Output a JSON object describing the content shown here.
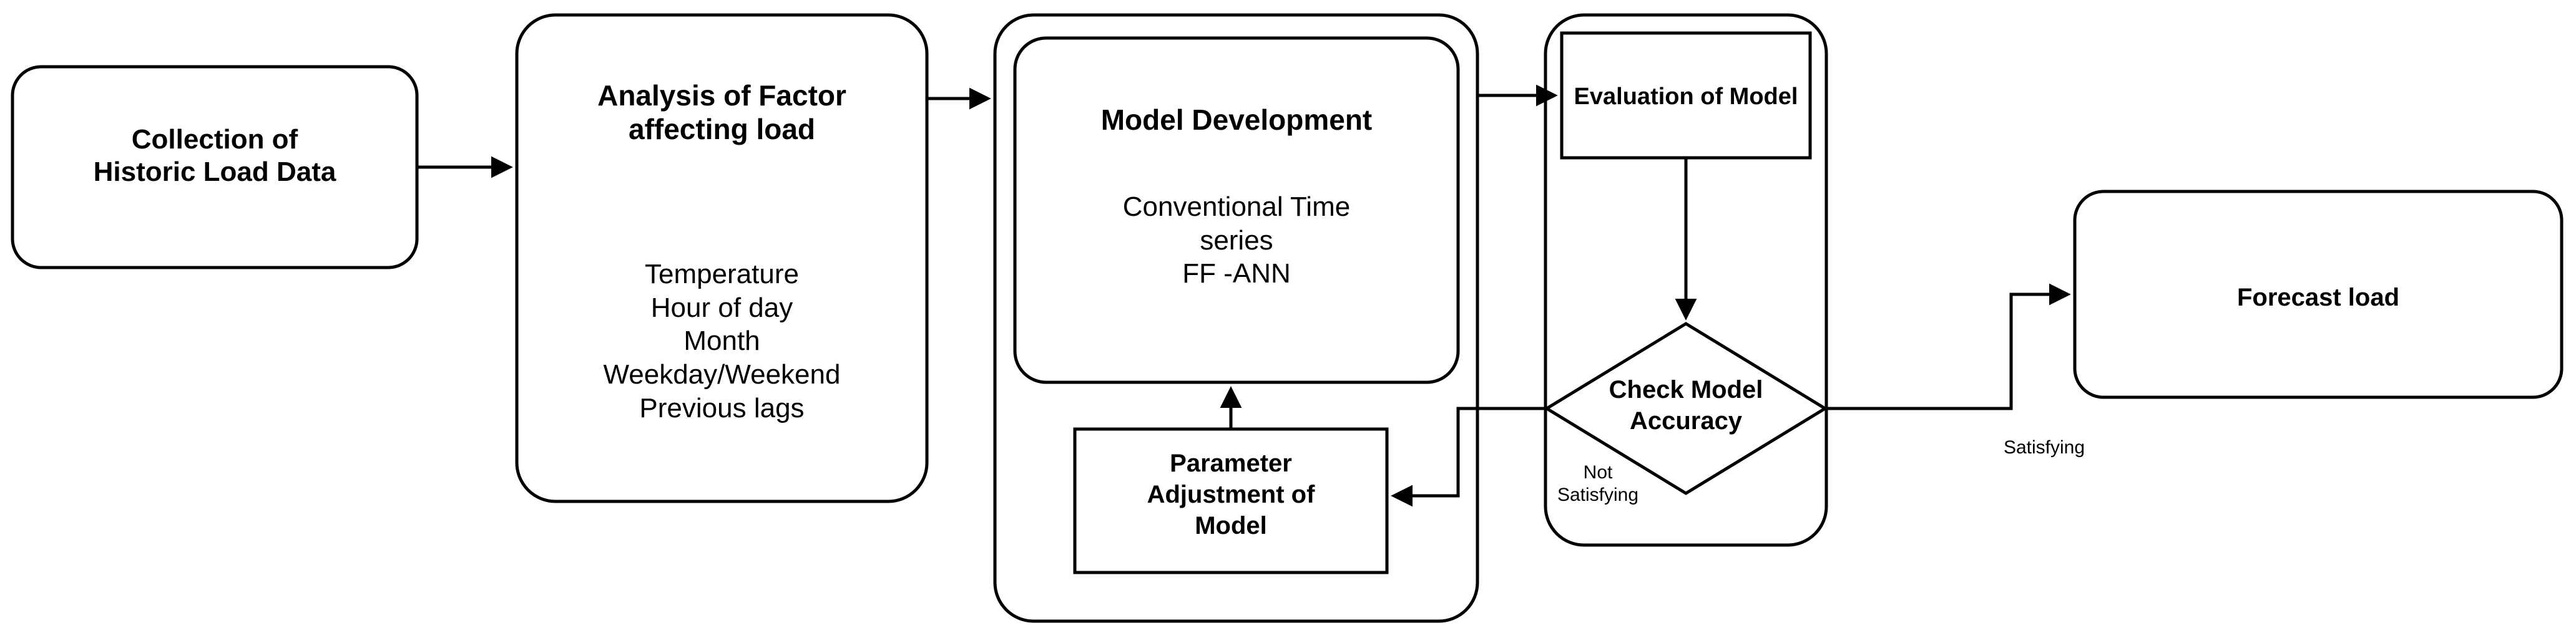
{
  "diagram": {
    "title": "Load forecasting methodology flowchart",
    "stroke_color": "#000000",
    "fill_color": "#ffffff"
  },
  "nodes": {
    "collection": {
      "label": "Collection of\nHistoric Load Data",
      "shape": "rounded-rectangle"
    },
    "analysis": {
      "title": "Analysis of Factor\naffecting load",
      "factors": "Temperature\nHour of day\nMonth\nWeekday/Weekend\nPrevious lags",
      "shape": "rounded-rectangle"
    },
    "model_group": {
      "shape": "rounded-rectangle-container"
    },
    "model_development": {
      "title": "Model Development",
      "methods": "Conventional Time\nseries\nFF -ANN",
      "shape": "rounded-rectangle"
    },
    "parameter_adjustment": {
      "label": "Parameter\nAdjustment of\nModel",
      "shape": "rectangle"
    },
    "evaluation_group": {
      "shape": "rounded-rectangle-container"
    },
    "evaluation": {
      "label": "Evaluation of Model",
      "shape": "rectangle"
    },
    "check_accuracy": {
      "label": "Check Model\nAccuracy",
      "shape": "diamond"
    },
    "forecast": {
      "label": "Forecast load",
      "shape": "rounded-rectangle"
    }
  },
  "edges": {
    "not_satisfying": "Not\nSatisfying",
    "satisfying": "Satisfying"
  }
}
